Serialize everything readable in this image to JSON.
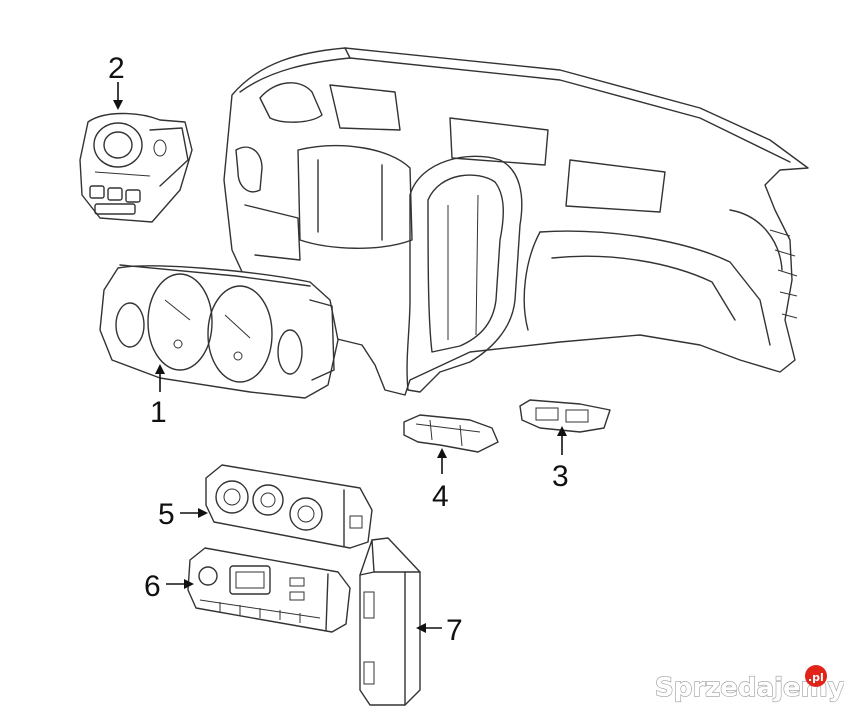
{
  "callouts": [
    {
      "id": "1",
      "label": "1"
    },
    {
      "id": "2",
      "label": "2"
    },
    {
      "id": "3",
      "label": "3"
    },
    {
      "id": "4",
      "label": "4"
    },
    {
      "id": "5",
      "label": "5"
    },
    {
      "id": "6",
      "label": "6"
    },
    {
      "id": "7",
      "label": "7"
    }
  ],
  "watermark": {
    "text": "Sprzedajemy",
    "suffix": ".pl",
    "badge_color": "#e2231a"
  }
}
